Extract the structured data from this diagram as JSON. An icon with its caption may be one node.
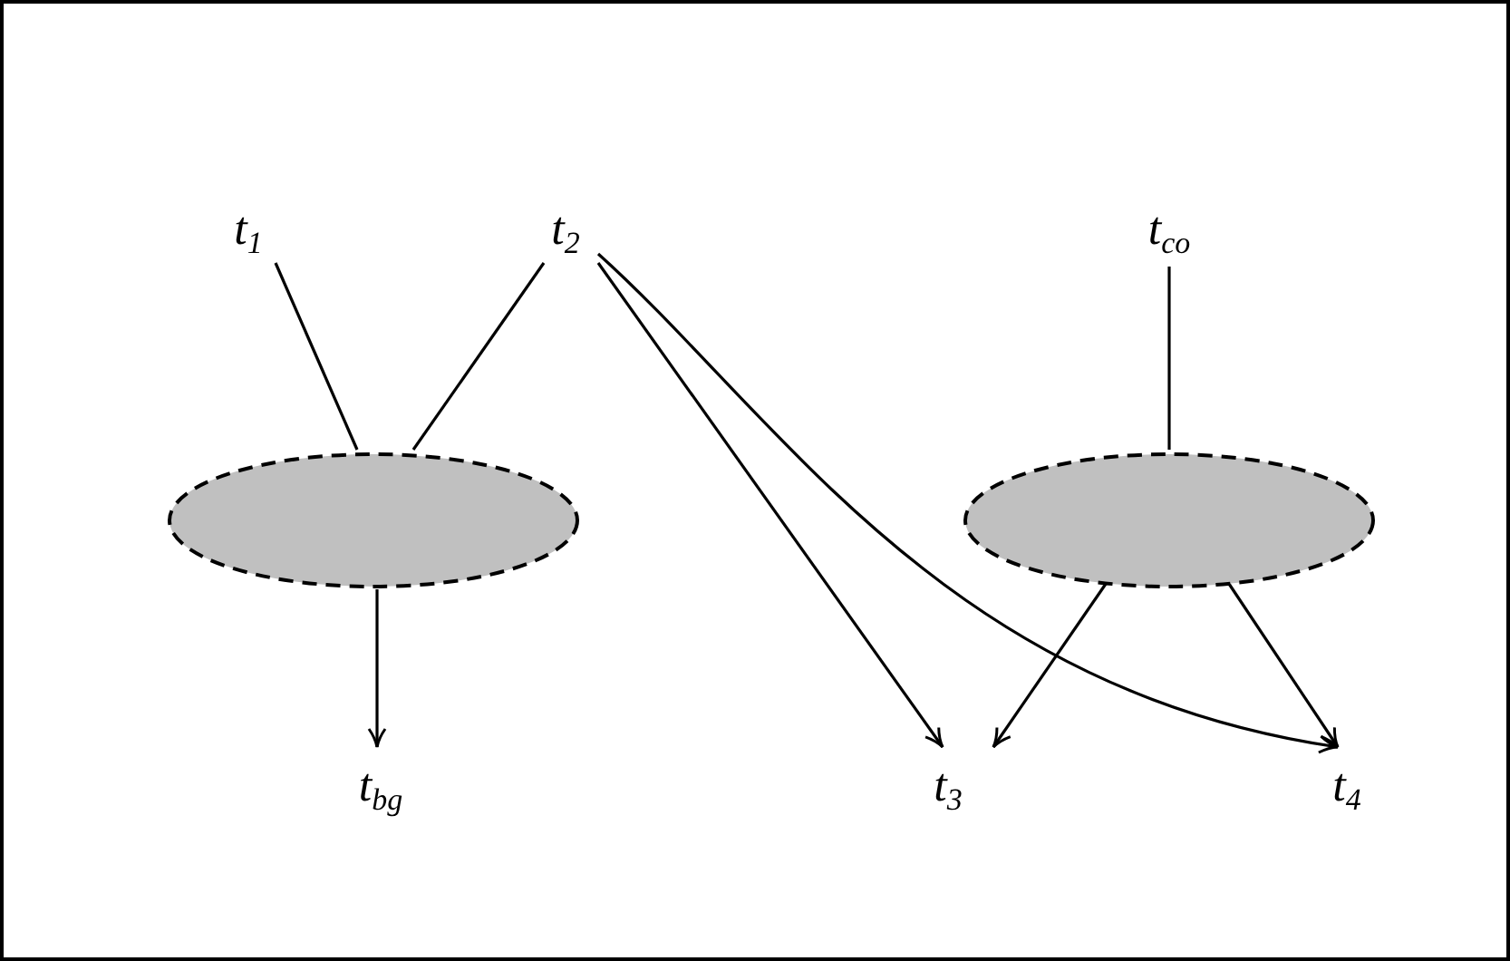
{
  "diagram": {
    "nodes": [
      {
        "text": [
          "t$_{1}$"
        ]
      },
      {
        "text": [
          "t$_{2}$"
        ]
      },
      {
        "text": [
          "t$_{co}$"
        ]
      },
      {
        "text": [],
        "shape": "ellipse"
      },
      {
        "text": [],
        "shape": "ellipse"
      },
      {
        "text": [
          "t$_{bg}$"
        ]
      },
      {
        "text": [
          "t$_{3}$"
        ]
      },
      {
        "text": [
          "t$_{4}$"
        ]
      }
    ],
    "edges": [
      {
        "from": 0,
        "to": 3,
        "arrow": "none"
      },
      {
        "from": 1,
        "to": 3,
        "arrow": "none"
      },
      {
        "from": 2,
        "to": 4,
        "arrow": "none"
      },
      {
        "from": 3,
        "to": 5,
        "arrow": "to"
      },
      {
        "from": 1,
        "to": 6,
        "arrow": "to"
      },
      {
        "from": 1,
        "to": 7,
        "arrow": "to"
      },
      {
        "from": 4,
        "to": 6,
        "arrow": "to"
      },
      {
        "from": 4,
        "to": 7,
        "arrow": "to"
      }
    ]
  }
}
